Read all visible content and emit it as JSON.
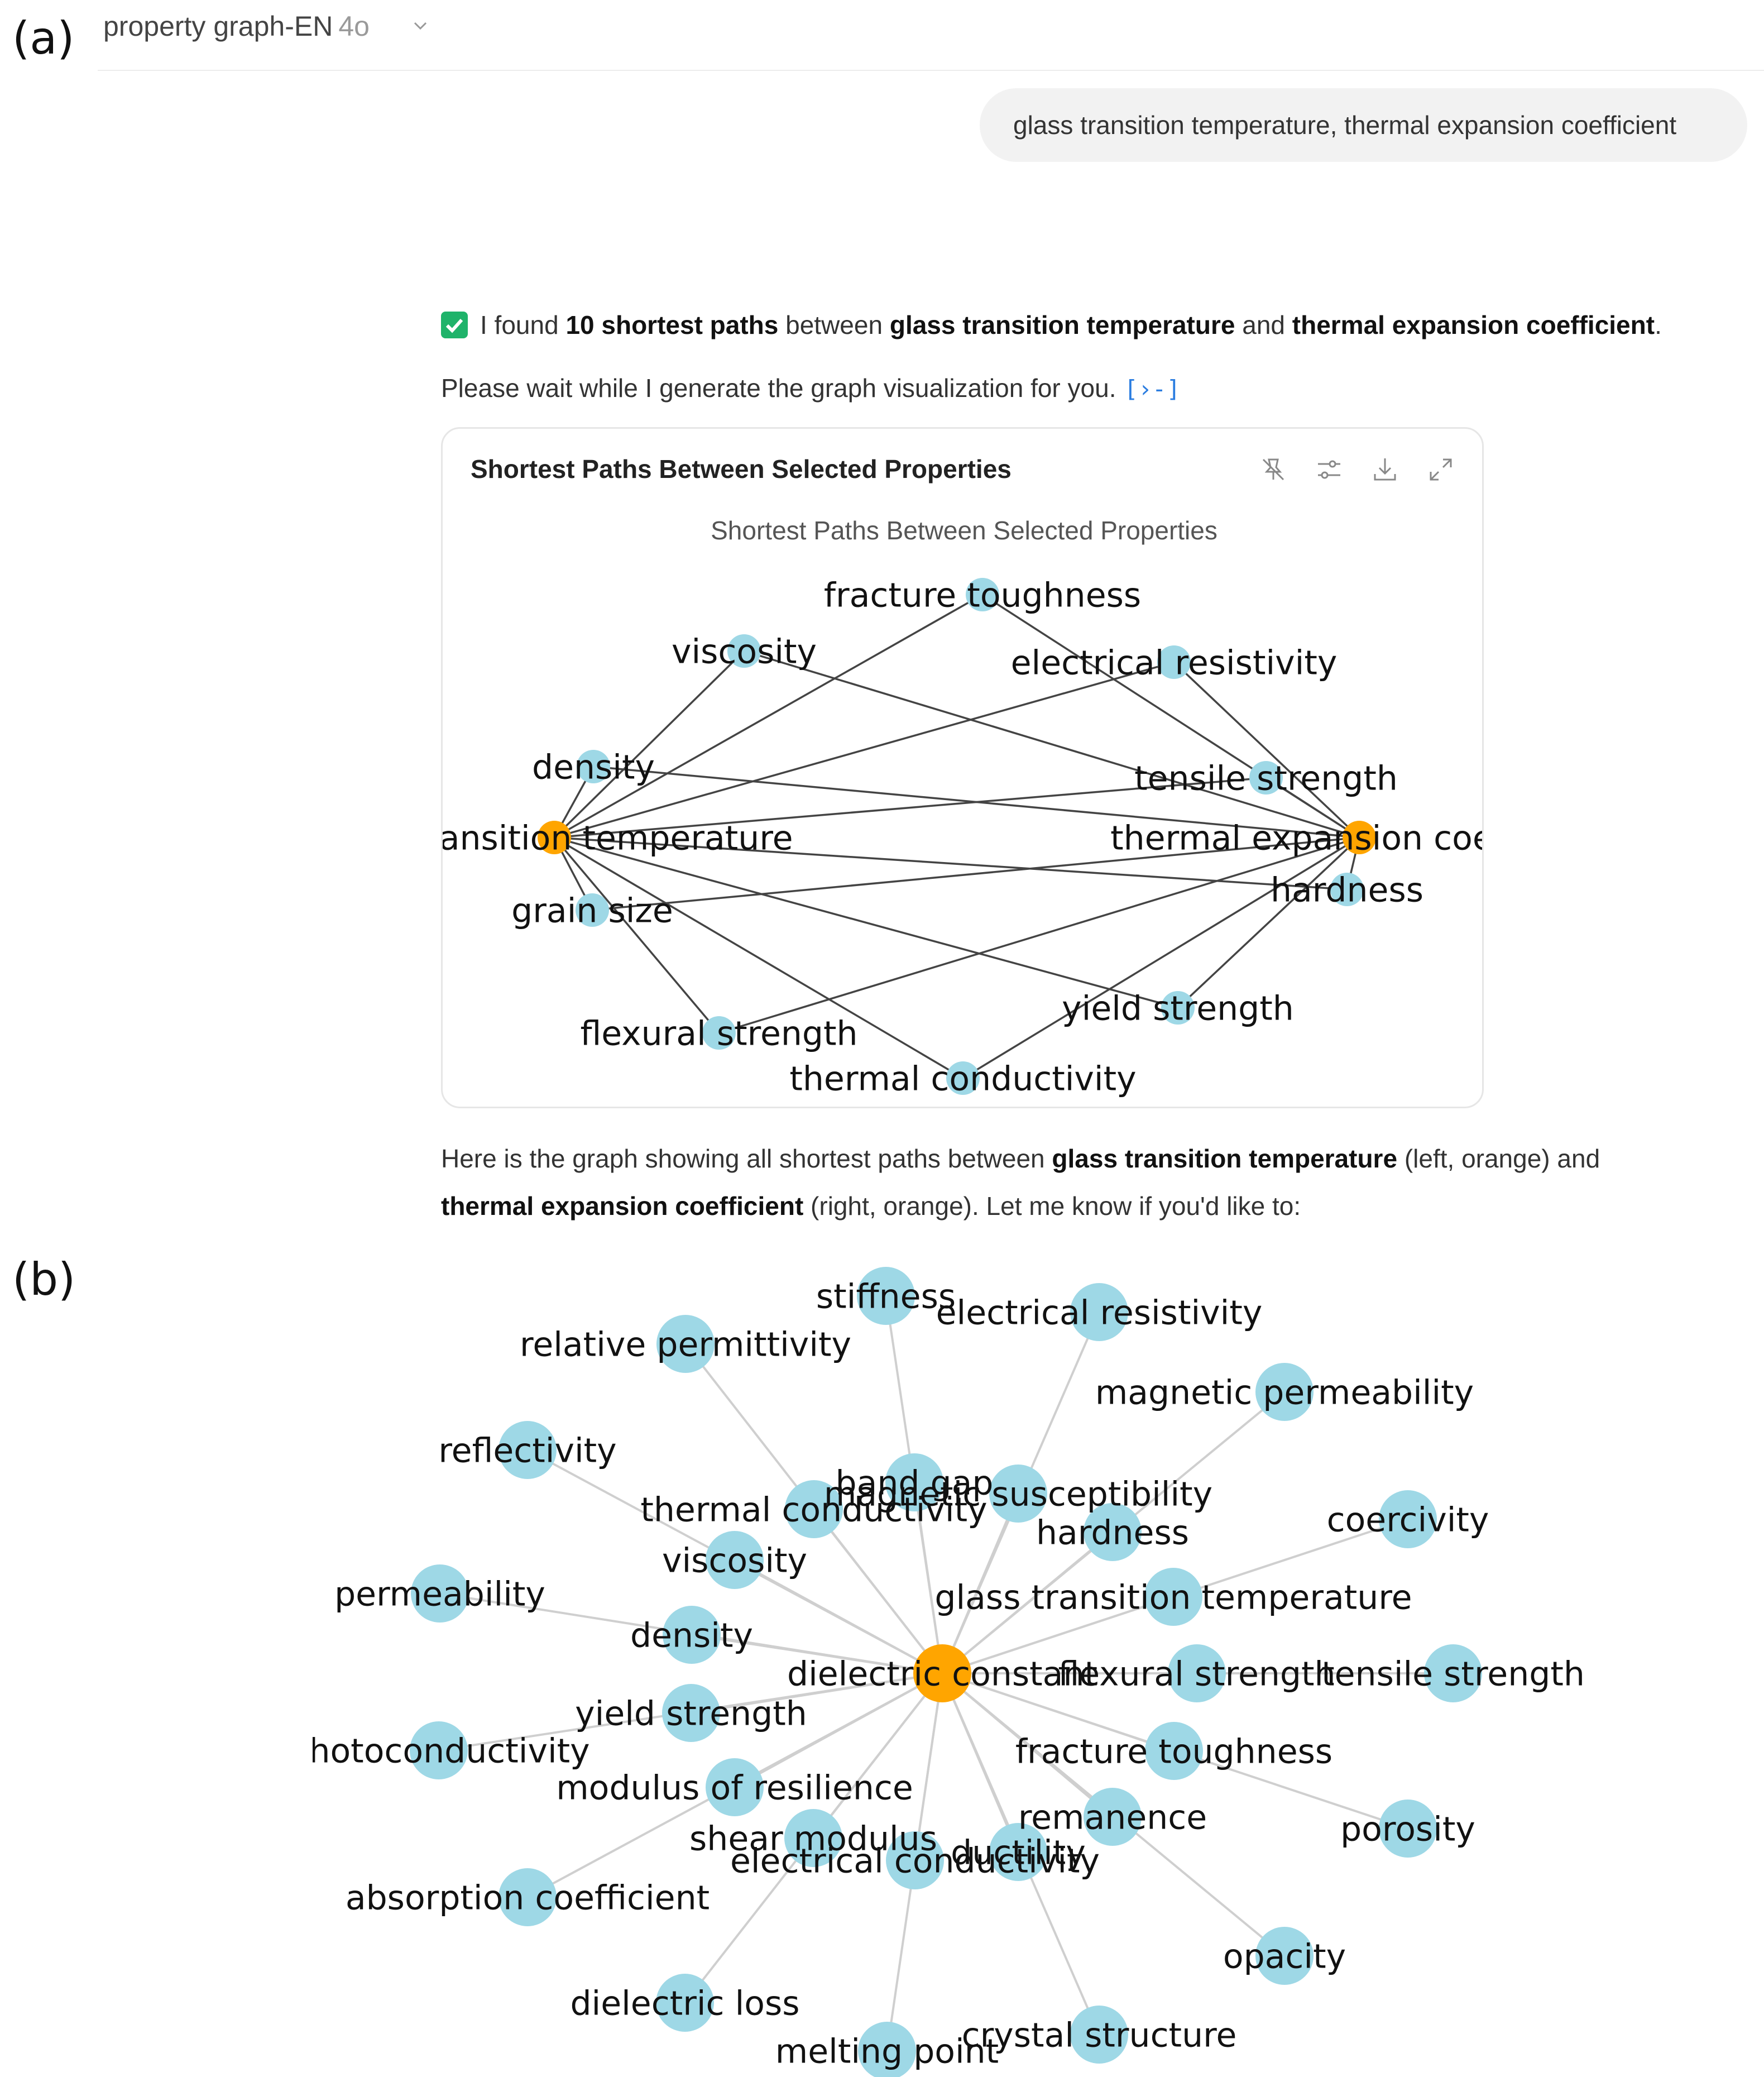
{
  "panel_labels": {
    "a": "(a)",
    "b": "(b)"
  },
  "header": {
    "model_name": "property graph-EN",
    "model_version": "4o"
  },
  "user_message": "glass transition temperature, thermal expansion coefficient",
  "assistant": {
    "line1": {
      "p1": "I found ",
      "b1": "10 shortest paths",
      "p2": " between ",
      "b2": "glass transition temperature",
      "p3": " and ",
      "b3": "thermal expansion coefficient",
      "p4": "."
    },
    "line2": "Please wait while I generate the graph visualization for you.",
    "line2_icon": "[›-]",
    "card_title": "Shortest Paths Between Selected Properties",
    "card_tools": [
      "pin-off-icon",
      "settings-sliders-icon",
      "download-icon",
      "expand-icon"
    ],
    "line3": {
      "p1": "Here is the graph showing all shortest paths between ",
      "b1": "glass transition temperature",
      "p2": " (left, orange) and"
    },
    "line4": {
      "b1": "thermal expansion coefficient",
      "p1": " (right, orange). Let me know if you'd like to:"
    }
  },
  "colors": {
    "source_node": "#FFA500",
    "other_node": "#9ED8E6",
    "edge_a": "#444444",
    "edge_b": "#cfcfcf",
    "check": "#1fb36a"
  },
  "graph_a": {
    "title": "Shortest Paths Between Selected Properties",
    "nodes": [
      {
        "id": "glass transition temperature",
        "label": "glass transition temperature",
        "highlight": true
      },
      {
        "id": "thermal expansion coefficient",
        "label": "thermal expansion coefficient",
        "highlight": true
      },
      {
        "id": "fracture toughness",
        "label": "fracture toughness"
      },
      {
        "id": "viscosity",
        "label": "viscosity"
      },
      {
        "id": "electrical resistivity",
        "label": "electrical resistivity"
      },
      {
        "id": "density",
        "label": "density"
      },
      {
        "id": "tensile strength",
        "label": "tensile strength"
      },
      {
        "id": "hardness",
        "label": "hardness"
      },
      {
        "id": "grain size",
        "label": "grain size"
      },
      {
        "id": "yield strength",
        "label": "yield strength"
      },
      {
        "id": "flexural strength",
        "label": "flexural strength"
      },
      {
        "id": "thermal conductivity",
        "label": "thermal conductivity"
      }
    ],
    "edges": [
      [
        "glass transition temperature",
        "fracture toughness"
      ],
      [
        "glass transition temperature",
        "viscosity"
      ],
      [
        "glass transition temperature",
        "electrical resistivity"
      ],
      [
        "glass transition temperature",
        "density"
      ],
      [
        "glass transition temperature",
        "tensile strength"
      ],
      [
        "glass transition temperature",
        "hardness"
      ],
      [
        "glass transition temperature",
        "grain size"
      ],
      [
        "glass transition temperature",
        "yield strength"
      ],
      [
        "glass transition temperature",
        "flexural strength"
      ],
      [
        "glass transition temperature",
        "thermal conductivity"
      ],
      [
        "thermal expansion coefficient",
        "fracture toughness"
      ],
      [
        "thermal expansion coefficient",
        "viscosity"
      ],
      [
        "thermal expansion coefficient",
        "electrical resistivity"
      ],
      [
        "thermal expansion coefficient",
        "density"
      ],
      [
        "thermal expansion coefficient",
        "tensile strength"
      ],
      [
        "thermal expansion coefficient",
        "hardness"
      ],
      [
        "thermal expansion coefficient",
        "grain size"
      ],
      [
        "thermal expansion coefficient",
        "yield strength"
      ],
      [
        "thermal expansion coefficient",
        "flexural strength"
      ],
      [
        "thermal expansion coefficient",
        "thermal conductivity"
      ]
    ]
  },
  "graph_b": {
    "center": "dielectric constant",
    "nodes": [
      "dielectric constant",
      "stiffness",
      "electrical resistivity",
      "relative permittivity",
      "magnetic permeability",
      "reflectivity",
      "band gap",
      "magnetic susceptibility",
      "thermal conductivity",
      "hardness",
      "coercivity",
      "viscosity",
      "glass transition temperature",
      "permeability",
      "density",
      "flexural strength",
      "tensile strength",
      "yield strength",
      "photoconductivity",
      "fracture toughness",
      "modulus of resilience",
      "remanence",
      "porosity",
      "shear modulus",
      "ductility",
      "electrical conductivity",
      "absorption coefficient",
      "opacity",
      "dielectric loss",
      "crystal structure",
      "melting point"
    ],
    "edges": [
      [
        "dielectric constant",
        "stiffness"
      ],
      [
        "dielectric constant",
        "electrical resistivity"
      ],
      [
        "dielectric constant",
        "relative permittivity"
      ],
      [
        "dielectric constant",
        "magnetic permeability"
      ],
      [
        "dielectric constant",
        "reflectivity"
      ],
      [
        "dielectric constant",
        "band gap"
      ],
      [
        "dielectric constant",
        "magnetic susceptibility"
      ],
      [
        "dielectric constant",
        "thermal conductivity"
      ],
      [
        "dielectric constant",
        "hardness"
      ],
      [
        "dielectric constant",
        "coercivity"
      ],
      [
        "dielectric constant",
        "viscosity"
      ],
      [
        "dielectric constant",
        "glass transition temperature"
      ],
      [
        "dielectric constant",
        "permeability"
      ],
      [
        "dielectric constant",
        "density"
      ],
      [
        "dielectric constant",
        "flexural strength"
      ],
      [
        "dielectric constant",
        "tensile strength"
      ],
      [
        "dielectric constant",
        "yield strength"
      ],
      [
        "dielectric constant",
        "photoconductivity"
      ],
      [
        "dielectric constant",
        "fracture toughness"
      ],
      [
        "dielectric constant",
        "modulus of resilience"
      ],
      [
        "dielectric constant",
        "remanence"
      ],
      [
        "dielectric constant",
        "porosity"
      ],
      [
        "dielectric constant",
        "shear modulus"
      ],
      [
        "dielectric constant",
        "ductility"
      ],
      [
        "dielectric constant",
        "electrical conductivity"
      ],
      [
        "dielectric constant",
        "absorption coefficient"
      ],
      [
        "dielectric constant",
        "opacity"
      ],
      [
        "dielectric constant",
        "dielectric loss"
      ],
      [
        "dielectric constant",
        "crystal structure"
      ],
      [
        "dielectric constant",
        "melting point"
      ]
    ]
  }
}
